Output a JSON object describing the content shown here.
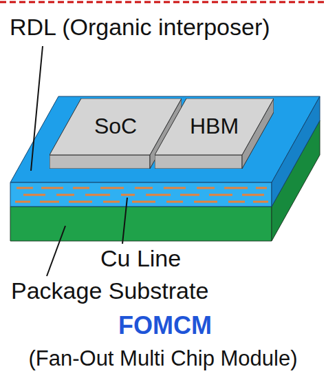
{
  "diagram": {
    "nodes": [
      {
        "text": [
          "SoC"
        ]
      },
      {
        "text": [
          "HBM"
        ]
      }
    ],
    "labels": [
      "RDL (Organic interposer)",
      "Cu Line",
      "Package Substrate",
      "FOMCM",
      "(Fan-Out Multi Chip Module)"
    ]
  }
}
